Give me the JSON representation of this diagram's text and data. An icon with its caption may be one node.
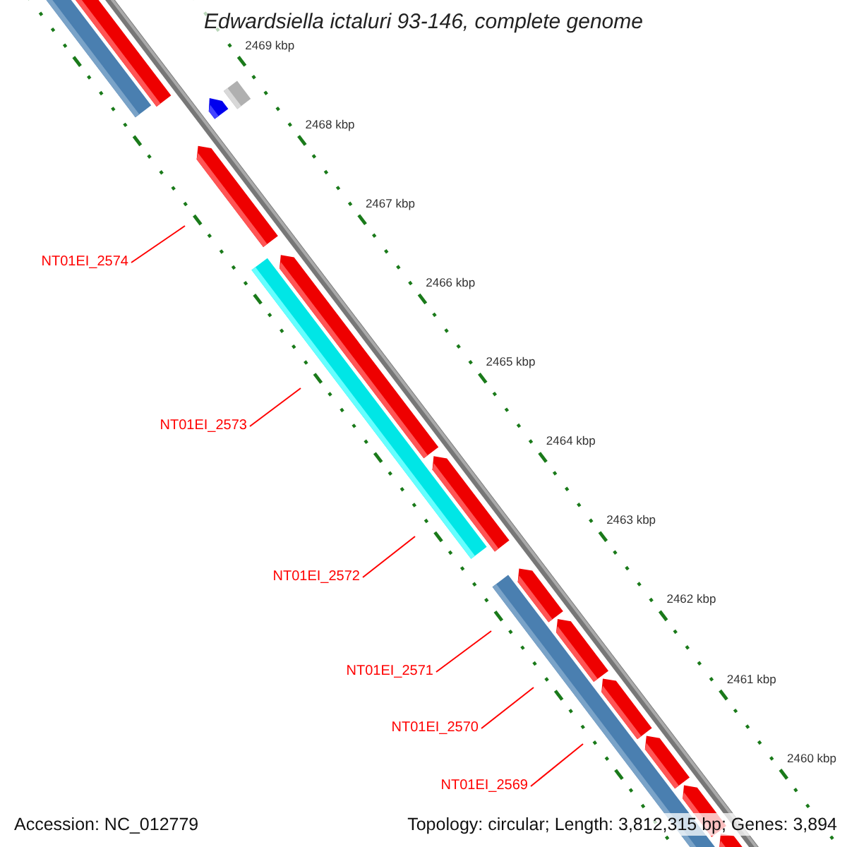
{
  "diagram": {
    "title": "Edwardsiella ictaluri 93-146, complete genome",
    "nodes": [
      {
        "text": [
          "NT01EI_2574"
        ]
      },
      {
        "text": [
          "NT01EI_2573"
        ]
      },
      {
        "text": [
          "NT01EI_2572"
        ]
      },
      {
        "text": [
          "NT01EI_2571"
        ]
      },
      {
        "text": [
          "NT01EI_2570"
        ]
      },
      {
        "text": [
          "NT01EI_2569"
        ]
      }
    ],
    "edges": [
      {
        "from": 0,
        "to": null,
        "arrow": "none",
        "color": "#ff0000"
      },
      {
        "from": 1,
        "to": null,
        "arrow": "none",
        "color": "#ff0000"
      },
      {
        "from": 2,
        "to": null,
        "arrow": "none",
        "color": "#ff0000"
      },
      {
        "from": 3,
        "to": null,
        "arrow": "none",
        "color": "#ff0000"
      },
      {
        "from": 4,
        "to": null,
        "arrow": "none",
        "color": "#ff0000"
      },
      {
        "from": 5,
        "to": null,
        "arrow": "none",
        "color": "#ff0000"
      }
    ],
    "labels": [
      "2469 kbp",
      "2468 kbp",
      "2467 kbp",
      "2466 kbp",
      "2465 kbp",
      "2464 kbp",
      "2463 kbp",
      "2462 kbp",
      "2461 kbp",
      "2460 kbp",
      "Accession: NC_012779",
      "Topology: circular; Length: 3,812,315 bp; Genes: 3,894"
    ]
  }
}
